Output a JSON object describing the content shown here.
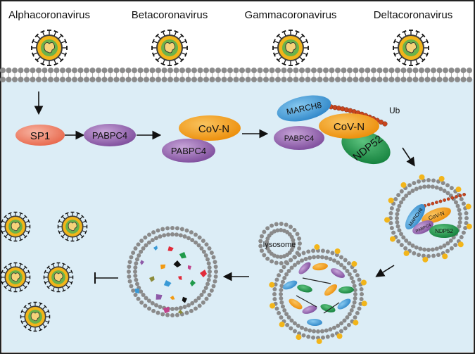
{
  "virus_labels": [
    "Alphacoronavirus",
    "Betacoronavirus",
    "Gammacoronavirus",
    "Deltacoronavirus"
  ],
  "nodes": {
    "sp1": "SP1",
    "pabpc4": "PABPC4",
    "covn": "CoV-N",
    "march8": "MARCH8",
    "ndp52": "NDP52",
    "ub": "Ub",
    "lysosome": "lysosome"
  },
  "colors": {
    "cytoplasm": "#dcedf6",
    "membrane": "#8c8c8c",
    "virus_outer": "#f2b51a",
    "virus_inner": "#6cb24a",
    "sp1": "#ef7a5c",
    "pabpc4": "#8e5aa8",
    "covn": "#f29a12",
    "march8": "#3a9ad6",
    "ndp52": "#1f9a4a",
    "ub": "#c8451e"
  }
}
